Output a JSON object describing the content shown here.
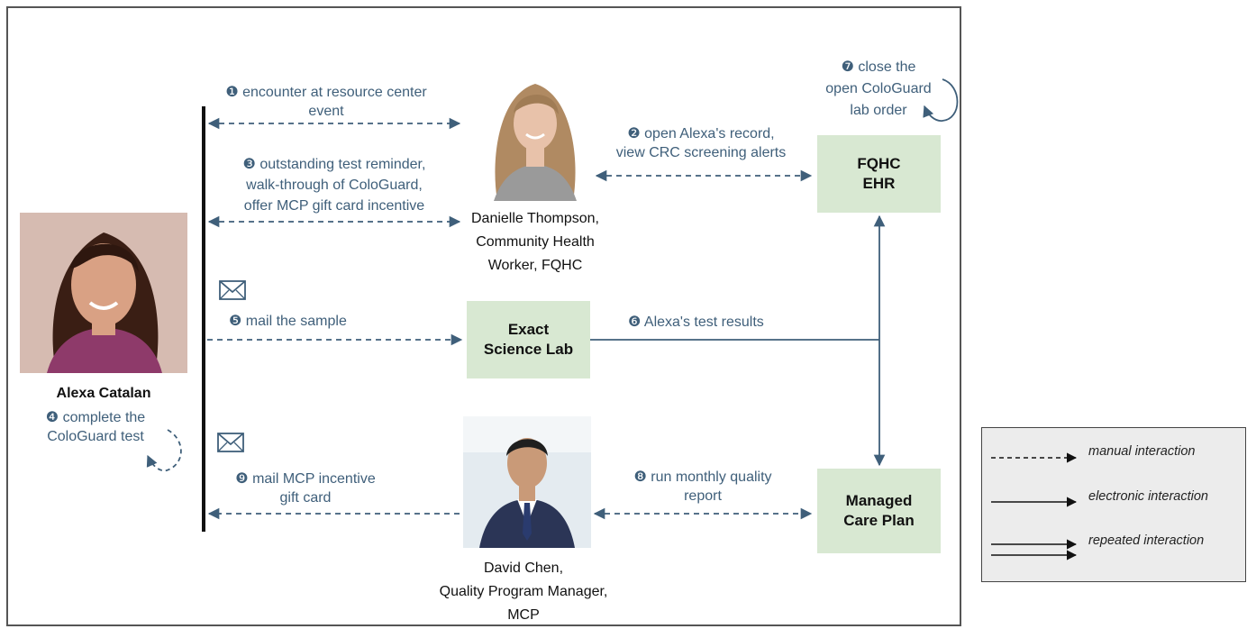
{
  "actors": {
    "alexa_name": "Alexa Catalan",
    "danielle": [
      "Danielle Thompson,",
      "Community Health",
      "Worker, FQHC"
    ],
    "david": [
      "David Chen,",
      "Quality Program Manager,",
      "MCP"
    ]
  },
  "systems": {
    "fqhc_ehr": "FQHC\nEHR",
    "exact_lab": "Exact\nScience Lab",
    "mcp": "Managed\nCare Plan"
  },
  "steps": {
    "s1": [
      "❶ encounter at resource center",
      "event"
    ],
    "s2": [
      "❷ open Alexa's record,",
      "view CRC screening alerts"
    ],
    "s3": [
      "❸ outstanding test reminder,",
      "walk-through of ColoGuard,",
      "offer MCP gift card incentive"
    ],
    "s4": [
      "❹ complete the",
      "ColoGuard test"
    ],
    "s5": "❺ mail the sample",
    "s6": "❻ Alexa's test results",
    "s7": [
      "❼ close the",
      "open ColoGuard",
      "lab order"
    ],
    "s8": [
      "❽ run monthly quality",
      "report"
    ],
    "s9": [
      "❾ mail MCP incentive",
      "gift card"
    ]
  },
  "legend": {
    "manual": "manual interaction",
    "electronic": "electronic interaction",
    "repeated": "repeated interaction"
  },
  "colors": {
    "arrow": "#3f5f7a",
    "box_fill": "#d8e8d2",
    "text_blue": "#3f5f7a"
  },
  "icons": [
    "envelope-icon",
    "envelope-icon"
  ]
}
